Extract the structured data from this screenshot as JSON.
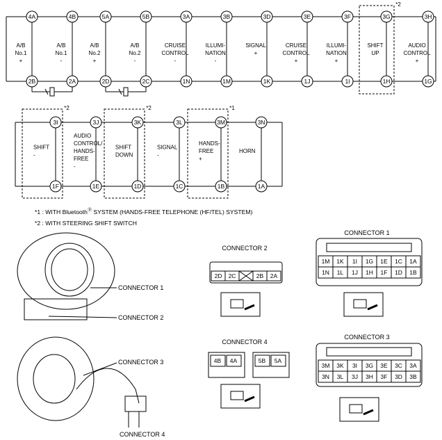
{
  "top_row": [
    {
      "top": "4A",
      "bottom": "2B",
      "label": [
        "A/B",
        "No.1",
        "+"
      ]
    },
    {
      "top": "4B",
      "bottom": "2A",
      "label": [
        "A/B",
        "No.1",
        "-"
      ]
    },
    {
      "top": "5A",
      "bottom": "2D",
      "label": [
        "A/B",
        "No.2",
        "+"
      ]
    },
    {
      "top": "5B",
      "bottom": "2C",
      "label": [
        "A/B",
        "No.2",
        "-"
      ]
    },
    {
      "top": "3A",
      "bottom": "1N",
      "label": [
        "CRUISE",
        "CONTROL",
        "-"
      ]
    },
    {
      "top": "3B",
      "bottom": "1M",
      "label": [
        "ILLUMI-",
        "NATION",
        "-"
      ]
    },
    {
      "top": "3D",
      "bottom": "1K",
      "label": [
        "SIGNAL",
        "+"
      ]
    },
    {
      "top": "3E",
      "bottom": "1J",
      "label": [
        "CRUISE",
        "CONTROL",
        "+"
      ]
    },
    {
      "top": "3F",
      "bottom": "1I",
      "label": [
        "ILLUMI-",
        "NATION",
        "+"
      ]
    },
    {
      "top": "3G",
      "bottom": "1H",
      "label": [
        "SHIFT",
        "UP"
      ]
    },
    {
      "top": "3H",
      "bottom": "1G",
      "label": [
        "AUDIO",
        "CONTROL",
        "+"
      ]
    }
  ],
  "top_row_note": "*2",
  "second_row": [
    {
      "top": "3I",
      "bottom": "1F",
      "label": [
        "SHIFT",
        "-"
      ],
      "note": "*2"
    },
    {
      "top": "3J",
      "bottom": "1E",
      "label": [
        "AUDIO",
        "CONTROL/",
        "HANDS-",
        "FREE",
        "-"
      ]
    },
    {
      "top": "3K",
      "bottom": "1D",
      "label": [
        "SHIFT",
        "DOWN"
      ],
      "note": "*2"
    },
    {
      "top": "3L",
      "bottom": "1C",
      "label": [
        "SIGNAL",
        "-"
      ]
    },
    {
      "top": "3M",
      "bottom": "1B",
      "label": [
        "HANDS-",
        "FREE",
        "+"
      ],
      "note": "*1"
    },
    {
      "top": "3N",
      "bottom": "1A",
      "label": [
        "HORN"
      ]
    }
  ],
  "footnotes": {
    "note1_prefix": "*1 : WITH Bluetooth",
    "note1_suffix": " SYSTEM (HANDS-FREE TELEPHONE (HF/TEL) SYSTEM)",
    "note2": "*2 : WITH STEERING SHIFT SWITCH"
  },
  "callouts": {
    "c1": "CONNECTOR 1",
    "c2": "CONNECTOR 2",
    "c3": "CONNECTOR 3",
    "c4": "CONNECTOR 4"
  },
  "connector1": {
    "title": "CONNECTOR 1",
    "rows": [
      [
        "1M",
        "1K",
        "1I",
        "1G",
        "1E",
        "1C",
        "1A"
      ],
      [
        "1N",
        "1L",
        "1J",
        "1H",
        "1F",
        "1D",
        "1B"
      ]
    ]
  },
  "connector2": {
    "title": "CONNECTOR 2",
    "rows": [
      [
        "2D",
        "2C",
        "",
        "2B",
        "2A"
      ]
    ]
  },
  "connector3": {
    "title": "CONNECTOR 3",
    "rows": [
      [
        "3M",
        "3K",
        "3I",
        "3G",
        "3E",
        "3C",
        "3A"
      ],
      [
        "3N",
        "3L",
        "3J",
        "3H",
        "3F",
        "3D",
        "3B"
      ]
    ]
  },
  "connector4": {
    "title": "CONNECTOR 4",
    "left": [
      "4B",
      "4A"
    ],
    "right": [
      "5B",
      "5A"
    ]
  }
}
